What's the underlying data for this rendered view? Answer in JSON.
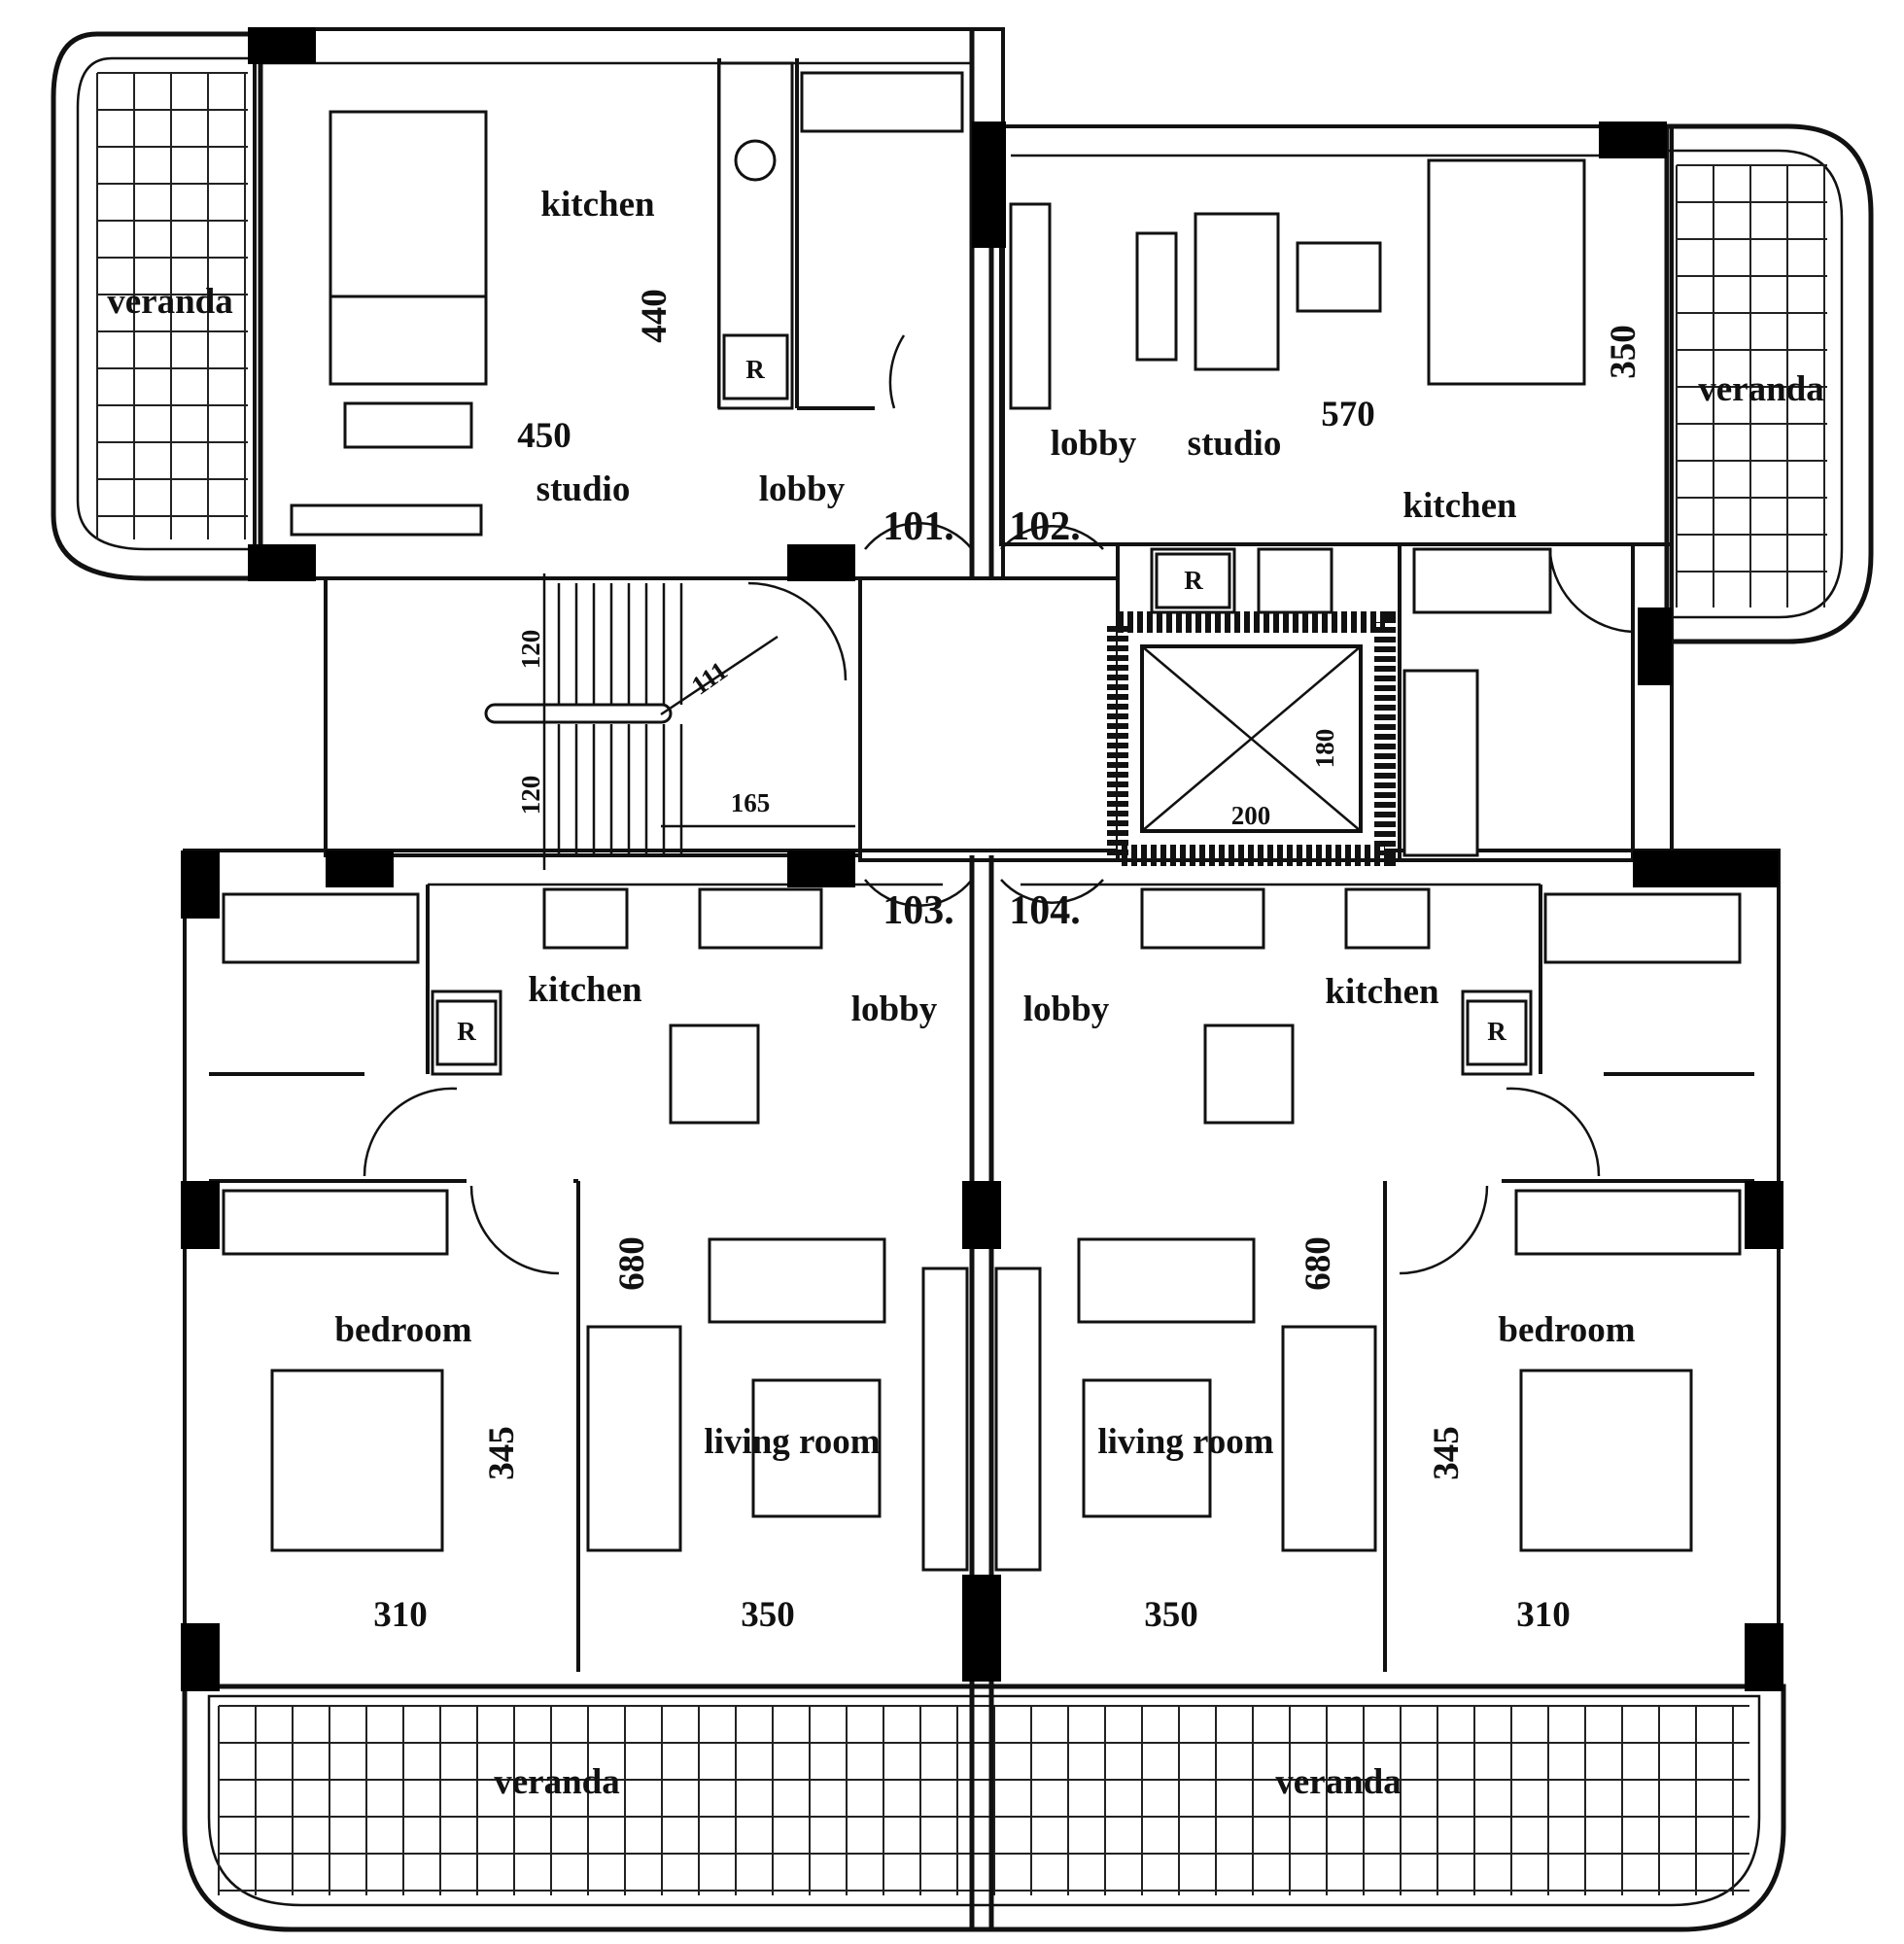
{
  "units": {
    "u101": "101.",
    "u102": "102.",
    "u103": "103.",
    "u104": "104."
  },
  "rooms": {
    "kitchen": "kitchen",
    "studio": "studio",
    "lobby": "lobby",
    "veranda": "veranda",
    "bedroom": "bedroom",
    "living_room": "living room"
  },
  "dimensions": {
    "d440": "440",
    "d450": "450",
    "d570": "570",
    "d350": "350",
    "d120": "120",
    "d111": "111",
    "d165": "165",
    "d180": "180",
    "d200": "200",
    "d680": "680",
    "d345": "345",
    "d310": "310"
  },
  "fridge_mark": "R"
}
